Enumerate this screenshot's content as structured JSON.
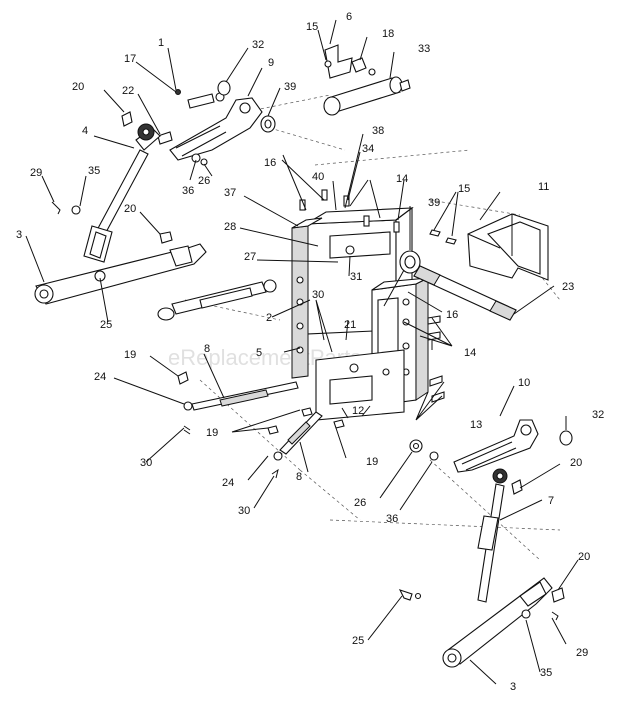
{
  "watermark": "eReplacementParts.com",
  "callouts": [
    "1",
    "2",
    "3",
    "3",
    "4",
    "5",
    "6",
    "7",
    "8",
    "8",
    "9",
    "10",
    "11",
    "12",
    "13",
    "14",
    "14",
    "15",
    "15",
    "16",
    "16",
    "17",
    "18",
    "19",
    "19",
    "19",
    "20",
    "20",
    "20",
    "20",
    "21",
    "22",
    "23",
    "24",
    "24",
    "25",
    "25",
    "26",
    "26",
    "27",
    "28",
    "29",
    "29",
    "30",
    "30",
    "30",
    "31",
    "32",
    "32",
    "33",
    "34",
    "35",
    "35",
    "36",
    "36",
    "37",
    "38",
    "39",
    "39",
    "40"
  ]
}
